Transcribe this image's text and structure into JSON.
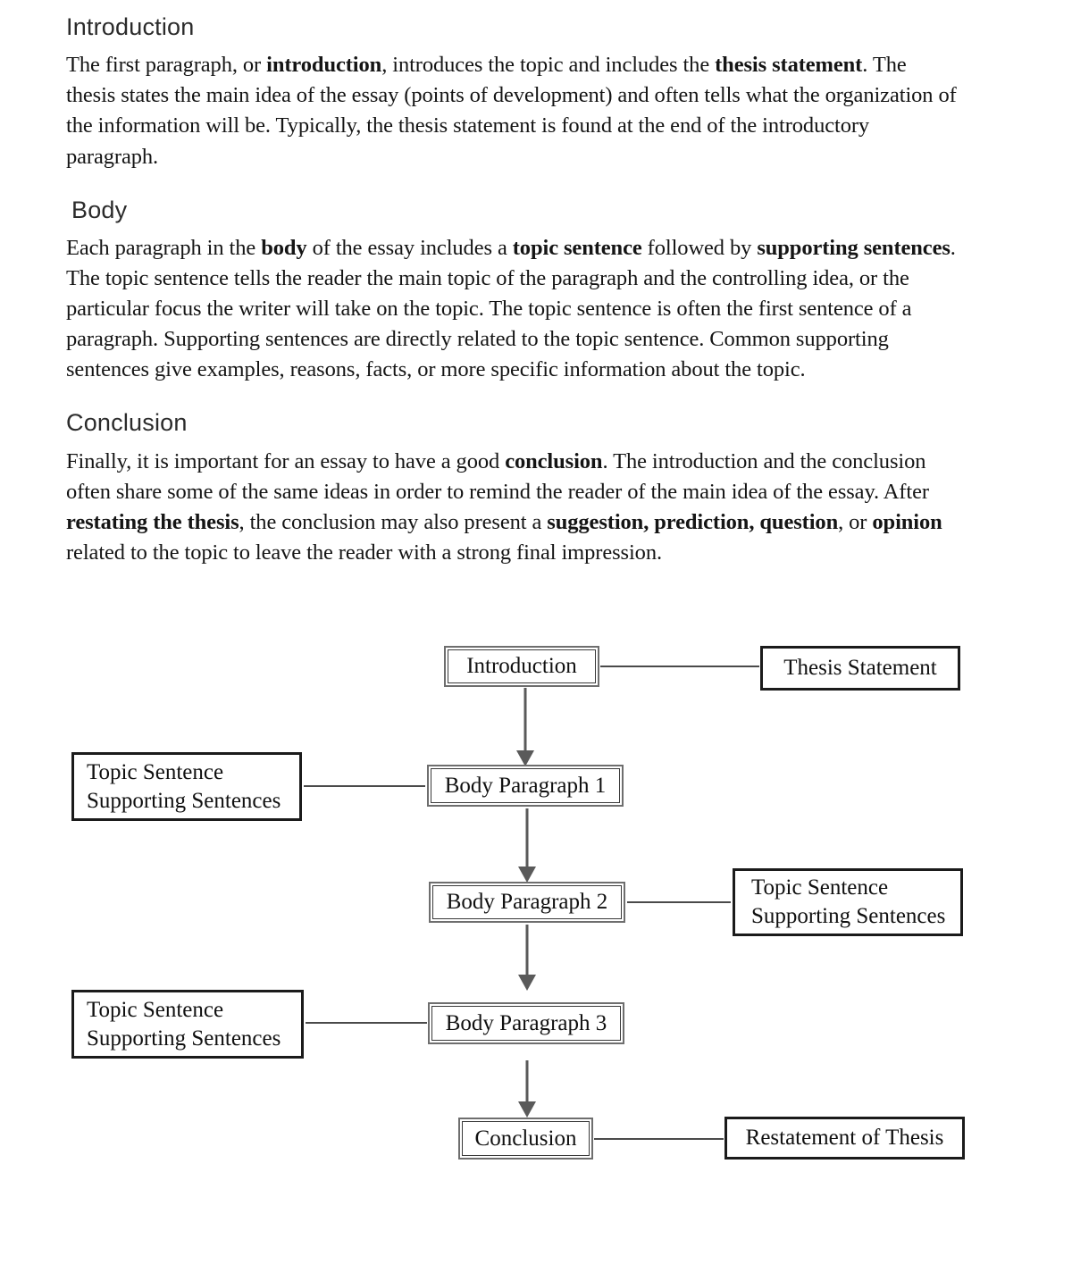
{
  "document": {
    "sections": [
      {
        "id": "introduction",
        "heading": "Introduction",
        "paragraph_html": "The first paragraph, or <b>introduction</b>, introduces the topic and includes the <b>thesis statement</b>. The thesis states the main idea of the essay (points of development) and often tells what the organization of the information will be. Typically, the thesis statement is found at the end of the introductory paragraph."
      },
      {
        "id": "body",
        "heading": "Body",
        "paragraph_html": "Each paragraph in the <b>body</b> of the essay includes a <b>topic sentence</b> followed by <b>supporting sentences</b>. The topic sentence tells the reader the main topic of the paragraph and the controlling idea, or the particular focus the writer will take on the topic. The topic sentence is often the first sentence of a paragraph. Supporting sentences are directly related to the topic sentence. Common supporting sentences give examples, reasons, facts, or more specific information about the topic."
      },
      {
        "id": "conclusion",
        "heading": "Conclusion",
        "paragraph_html": "Finally, it is important for an essay to have a good <b>conclusion</b>. The introduction and the conclusion often share some of the same ideas in order to remind the reader of the main idea of the essay. After <b>restating the thesis</b>, the conclusion may also present a <b>suggestion, prediction, question</b>, or <b>opinion</b> related to the topic to leave the reader with a strong final impression."
      }
    ]
  },
  "diagram": {
    "nodes": {
      "introduction": {
        "label": "Introduction"
      },
      "thesis_statement": {
        "label": "Thesis Statement"
      },
      "body_paragraph_1": {
        "label": "Body Paragraph 1"
      },
      "body_paragraph_2": {
        "label": "Body Paragraph 2"
      },
      "body_paragraph_3": {
        "label": "Body Paragraph 3"
      },
      "conclusion": {
        "label": "Conclusion"
      },
      "restatement": {
        "label": "Restatement of Thesis"
      },
      "support_1": {
        "line1": "Topic Sentence",
        "line2": "Supporting Sentences"
      },
      "support_2": {
        "line1": "Topic Sentence",
        "line2": "Supporting Sentences"
      },
      "support_3": {
        "line1": "Topic Sentence",
        "line2": "Supporting Sentences"
      }
    },
    "colors": {
      "flow_border": "#6e6e6e",
      "flow_inner_border": "#3a3a3a",
      "side_border": "#1b1b1b",
      "connector": "#4a4a4a",
      "arrow": "#5a5a5a",
      "text": "#101010",
      "background": "#ffffff"
    }
  }
}
